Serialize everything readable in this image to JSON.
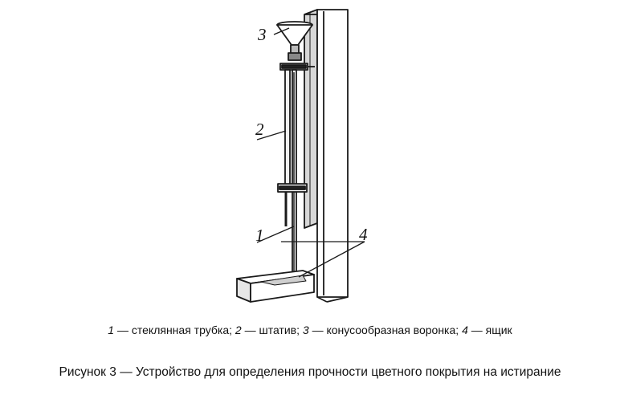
{
  "callouts": {
    "c1": "1",
    "c2": "2",
    "c3": "3",
    "c4": "4"
  },
  "legend": {
    "items": [
      {
        "num": "1",
        "text": " — стеклянная трубка; "
      },
      {
        "num": "2",
        "text": " — штатив; "
      },
      {
        "num": "3",
        "text": " — конусообразная воронка; "
      },
      {
        "num": "4",
        "text": " — ящик"
      }
    ]
  },
  "caption": "Рисунок 3 — Устройство для определения прочности цветного покрытия на истирание"
}
